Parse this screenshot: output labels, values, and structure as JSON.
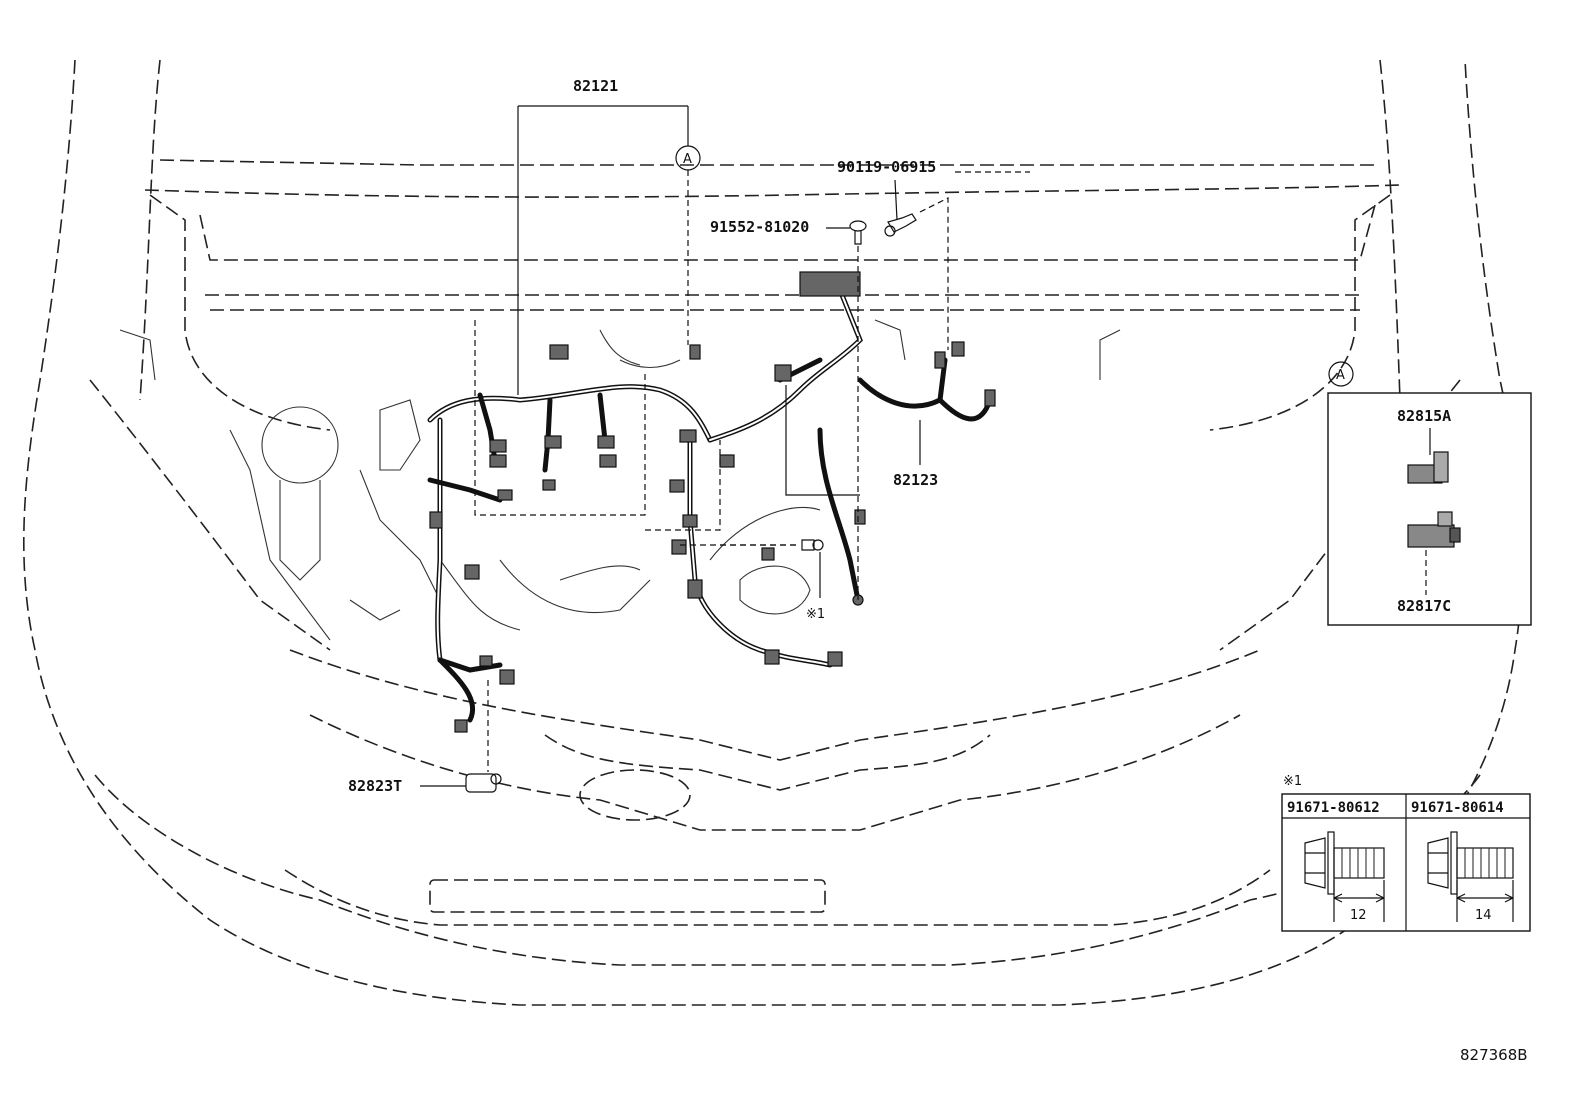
{
  "labels": {
    "harness_main": "82121",
    "harness_sub": "82123",
    "bolt_top": "90119-06915",
    "clip_top": "91552-81020",
    "protector": "82823T",
    "note_mark": "※1",
    "callout_a": "A",
    "drawing_number": "827368B"
  },
  "detail_a": {
    "marker": "A",
    "part_upper": "82815A",
    "part_lower": "82817C"
  },
  "note_table": {
    "mark": "※1",
    "columns": [
      {
        "part": "91671-80612",
        "dimension": "12"
      },
      {
        "part": "91671-80614",
        "dimension": "14"
      }
    ]
  }
}
